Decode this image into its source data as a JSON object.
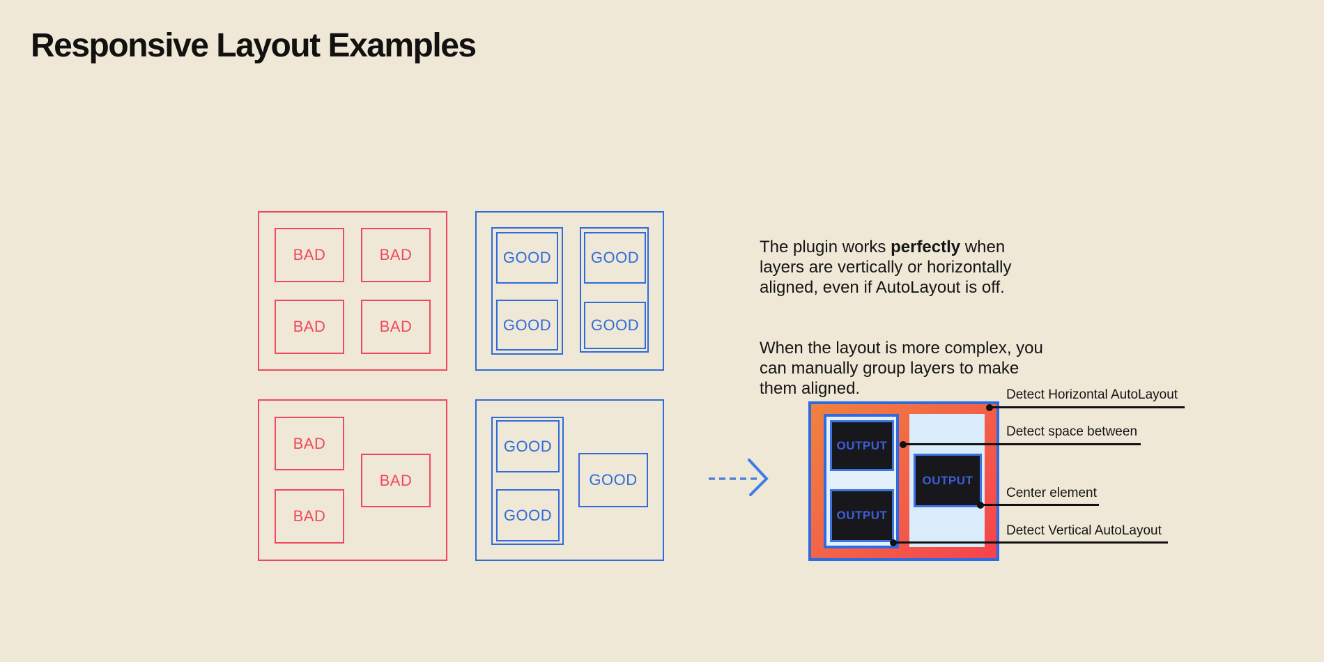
{
  "page": {
    "title": "Responsive Layout Examples"
  },
  "colors": {
    "red": "#F0485C",
    "blue": "#2F6BDB",
    "arrow_blue": "#4F82D8",
    "frame_blue": "#2E6BE0",
    "gradient_start": "#F0823F",
    "gradient_end": "#F6424E",
    "pale_blue": "#D9ECFB",
    "wrapper_fill": "#E4F0FC",
    "dark_fill": "#18171B",
    "output_text": "#3D5FD9",
    "ink": "#141414",
    "bg": "#EFE8D7"
  },
  "groups": {
    "bad_top": {
      "boxes": [
        "BAD",
        "BAD",
        "BAD",
        "BAD"
      ]
    },
    "good_top": {
      "boxes": [
        "GOOD",
        "GOOD",
        "GOOD",
        "GOOD"
      ]
    },
    "bad_bottom": {
      "boxes": [
        "BAD",
        "BAD",
        "BAD"
      ]
    },
    "good_bottom": {
      "boxes": [
        "GOOD",
        "GOOD",
        "GOOD"
      ]
    }
  },
  "description": {
    "p1_start": "The plugin works ",
    "p1_bold": "perfectly",
    "p1_rest": " when\nlayers are vertically or horizontally\naligned, even if AutoLayout is off.",
    "p2": "When the layout is more complex, you\ncan manually group layers to make\nthem aligned."
  },
  "output": {
    "boxes": [
      "OUTPUT",
      "OUTPUT",
      "OUTPUT"
    ]
  },
  "annotations": [
    "Detect Horizontal AutoLayout",
    "Detect space between",
    "Center element",
    "Detect Vertical AutoLayout"
  ]
}
